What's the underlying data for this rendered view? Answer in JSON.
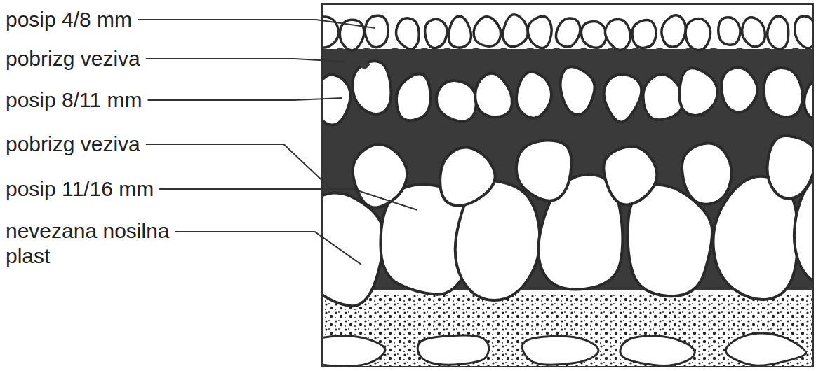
{
  "diagram": {
    "labels": [
      "posip 4/8 mm",
      "pobrizg veziva",
      "posip 8/11 mm",
      "pobrizg veziva",
      "posip 11/16 mm",
      "nevezana nosilna plast"
    ]
  }
}
